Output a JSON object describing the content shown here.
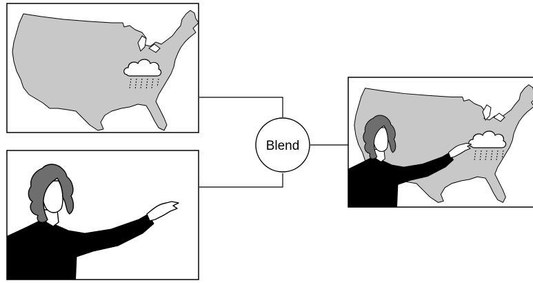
{
  "blend_node": {
    "label": "Blend"
  },
  "panels": [
    {
      "name": "weather-map-source",
      "icon": "us-map-with-rain-cloud"
    },
    {
      "name": "presenter-source",
      "icon": "pointing-presenter"
    },
    {
      "name": "blended-output",
      "icon": "presenter-over-weather-map"
    }
  ],
  "colors": {
    "map_fill": "#c8c8c8",
    "hair_fill": "#6e6e6e",
    "shirt_fill": "#000000",
    "line": "#000000",
    "background": "#ffffff"
  }
}
